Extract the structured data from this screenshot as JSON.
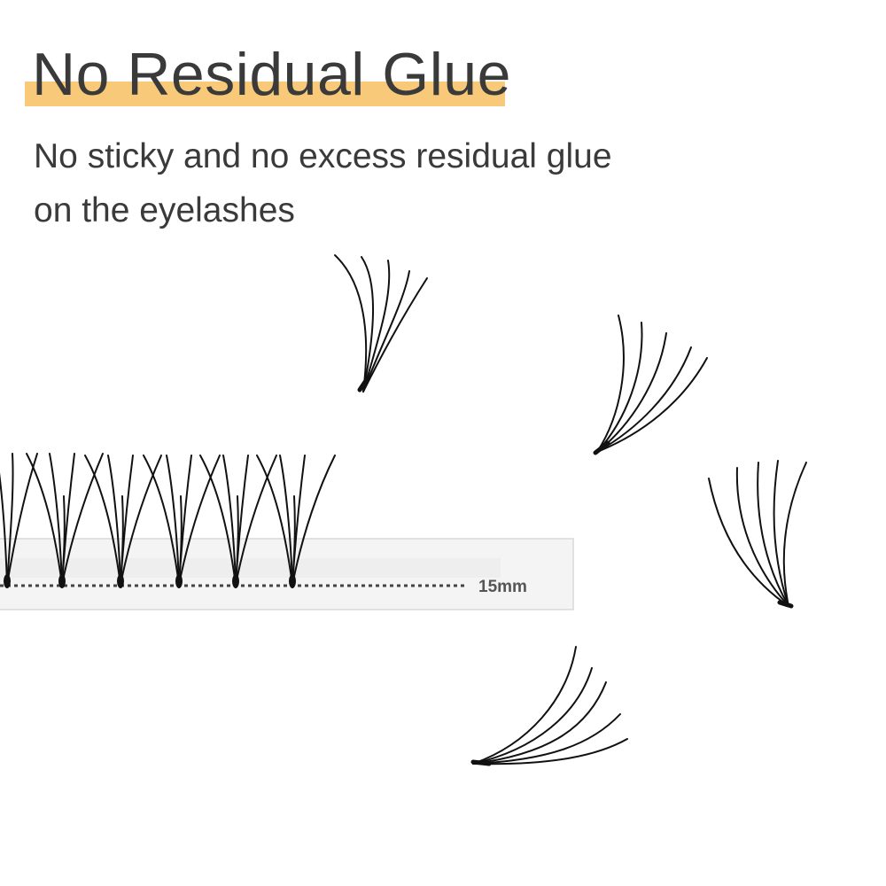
{
  "headline": "No Residual Glue",
  "subtext": {
    "line1": "No sticky and no excess residual glue",
    "line2": "on the eyelashes"
  },
  "ruler": {
    "length_label": "15mm"
  },
  "colors": {
    "highlight": "#f7c979",
    "text": "#3a3a3a",
    "lash": "#111111"
  }
}
